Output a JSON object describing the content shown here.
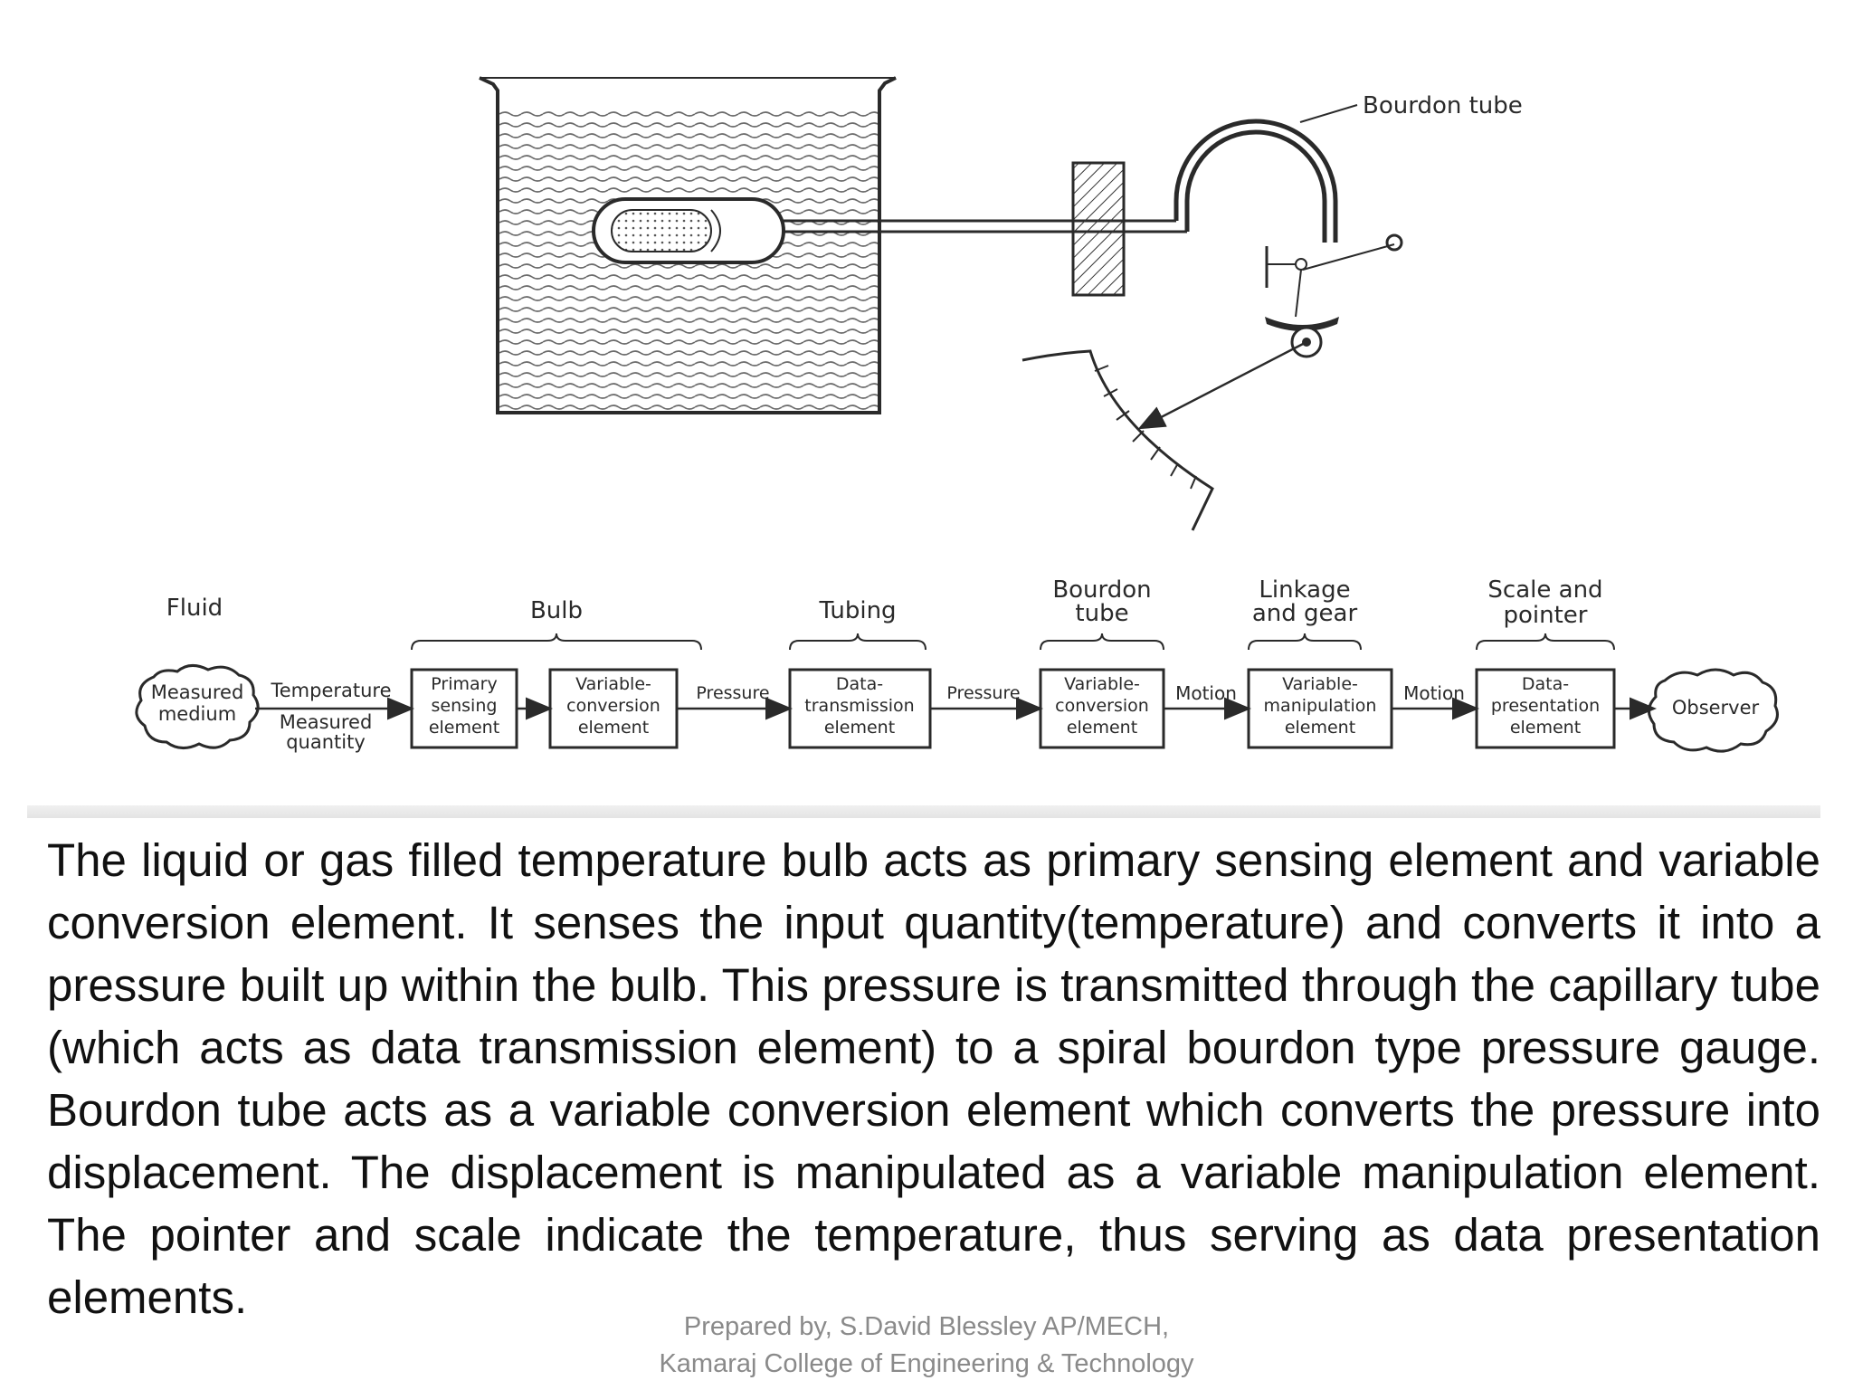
{
  "diagram": {
    "bourdon_label": "Bourdon tube",
    "groups": [
      {
        "lines": [
          "Fluid"
        ]
      },
      {
        "lines": [
          "Bulb"
        ]
      },
      {
        "lines": [
          "Tubing"
        ]
      },
      {
        "lines": [
          "Bourdon",
          "tube"
        ]
      },
      {
        "lines": [
          "Linkage",
          "and gear"
        ]
      },
      {
        "lines": [
          "Scale and",
          "pointer"
        ]
      }
    ],
    "source": {
      "lines": [
        "Measured",
        "medium"
      ]
    },
    "observer": "Observer",
    "boxes": [
      {
        "lines": [
          "Primary",
          "sensing",
          "element"
        ]
      },
      {
        "lines": [
          "Variable-",
          "conversion",
          "element"
        ]
      },
      {
        "lines": [
          "Data-",
          "transmission",
          "element"
        ]
      },
      {
        "lines": [
          "Variable-",
          "conversion",
          "element"
        ]
      },
      {
        "lines": [
          "Variable-",
          "manipulation",
          "element"
        ]
      },
      {
        "lines": [
          "Data-",
          "presentation",
          "element"
        ]
      }
    ],
    "signals": {
      "temperature": "Temperature",
      "measured_quantity": [
        "Measured",
        "quantity"
      ],
      "pressure_1": "Pressure",
      "pressure_2": "Pressure",
      "motion_1": "Motion",
      "motion_2": "Motion"
    }
  },
  "paragraph": "The liquid or gas filled temperature bulb acts as primary sensing element and variable conversion element. It senses the  input quantity(temperature) and converts it into a pressure built up within the bulb. This pressure is transmitted through the capillary tube (which acts as data transmission element) to a spiral bourdon type pressure gauge. Bourdon tube acts as a variable conversion element which converts the pressure into displacement. The displacement is manipulated as a variable manipulation element.  The pointer and scale indicate the temperature, thus serving as data presentation elements.",
  "footer": {
    "line1": "Prepared by, S.David Blessley AP/MECH,",
    "line2": "Kamaraj College of Engineering & Technology"
  }
}
